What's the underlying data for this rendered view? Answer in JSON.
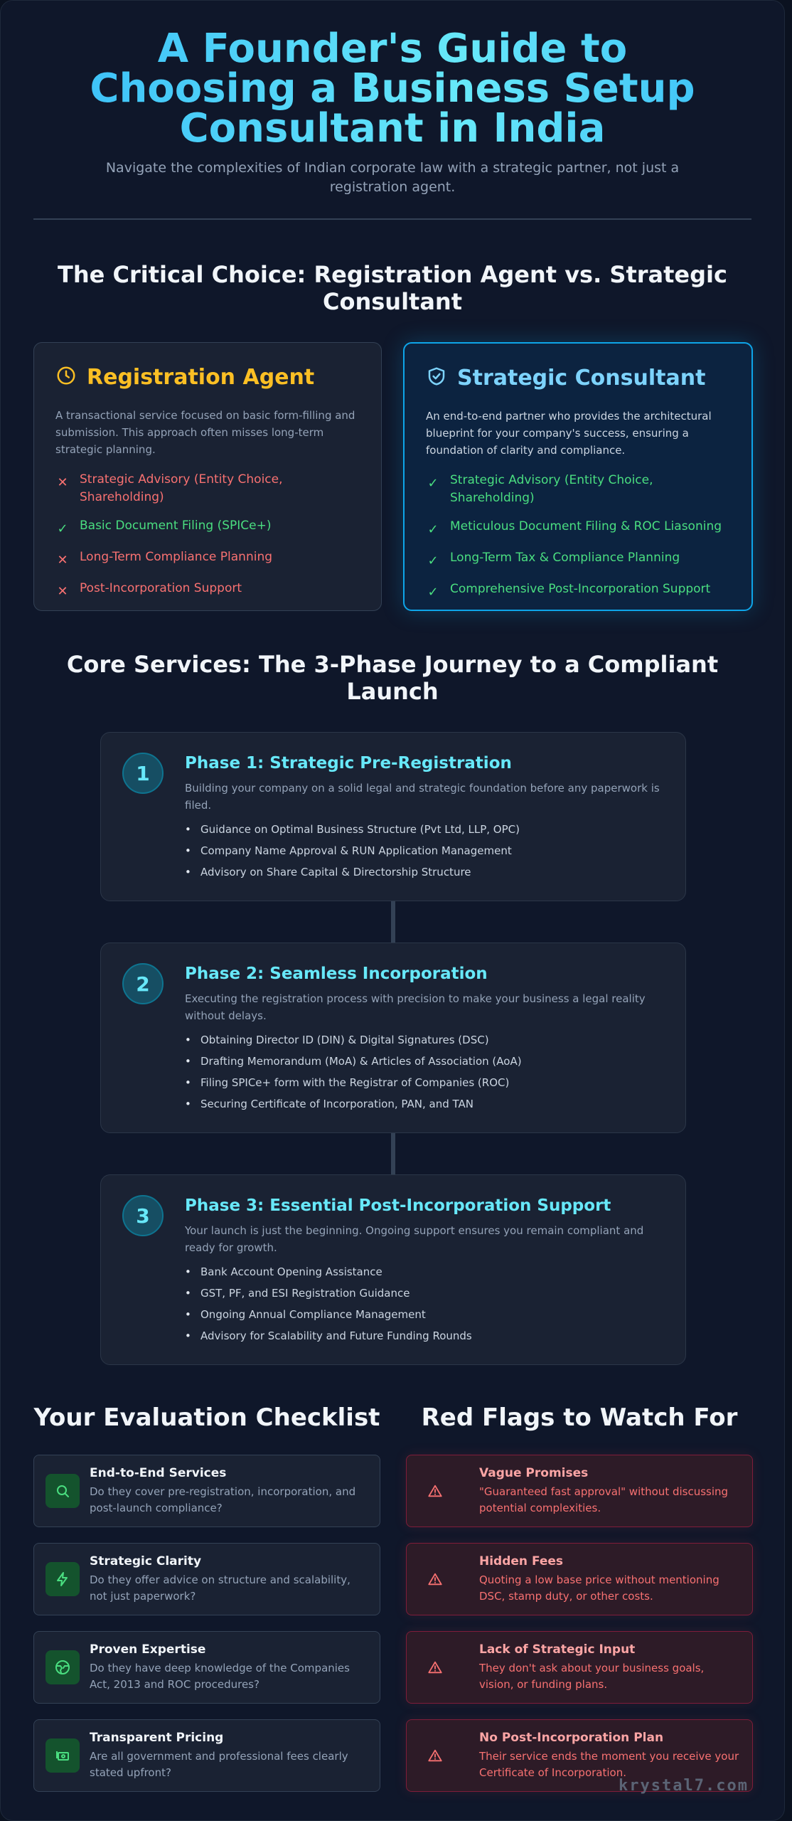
{
  "hero": {
    "title": "A Founder's Guide to Choosing a Business Setup Consultant in India",
    "subtitle": "Navigate the complexities of Indian corporate law with a strategic partner, not just a registration agent."
  },
  "comparison": {
    "title": "The Critical Choice: Registration Agent vs. Strategic Consultant",
    "agent": {
      "icon": "clock-icon",
      "title": "Registration Agent",
      "description": "A transactional service focused on basic form-filling and submission. This approach often misses long-term strategic planning.",
      "items": [
        {
          "text": "Strategic Advisory (Entity Choice, Shareholding)",
          "included": false
        },
        {
          "text": "Basic Document Filing (SPICe+)",
          "included": true
        },
        {
          "text": "Long-Term Compliance Planning",
          "included": false
        },
        {
          "text": "Post-Incorporation Support",
          "included": false
        }
      ]
    },
    "consultant": {
      "icon": "shield-check-icon",
      "title": "Strategic Consultant",
      "description": "An end-to-end partner who provides the architectural blueprint for your company's success, ensuring a foundation of clarity and compliance.",
      "items": [
        {
          "text": "Strategic Advisory (Entity Choice, Shareholding)",
          "included": true
        },
        {
          "text": "Meticulous Document Filing & ROC Liasoning",
          "included": true
        },
        {
          "text": "Long-Term Tax & Compliance Planning",
          "included": true
        },
        {
          "text": "Comprehensive Post-Incorporation Support",
          "included": true
        }
      ]
    }
  },
  "phases": {
    "title": "Core Services: The 3-Phase Journey to a Compliant Launch",
    "items": [
      {
        "number": "1",
        "title": "Phase 1: Strategic Pre-Registration",
        "description": "Building your company on a solid legal and strategic foundation before any paperwork is filed.",
        "points": [
          "Guidance on Optimal Business Structure (Pvt Ltd, LLP, OPC)",
          "Company Name Approval & RUN Application Management",
          "Advisory on Share Capital & Directorship Structure"
        ]
      },
      {
        "number": "2",
        "title": "Phase 2: Seamless Incorporation",
        "description": "Executing the registration process with precision to make your business a legal reality without delays.",
        "points": [
          "Obtaining Director ID (DIN) & Digital Signatures (DSC)",
          "Drafting Memorandum (MoA) & Articles of Association (AoA)",
          "Filing SPICe+ form with the Registrar of Companies (ROC)",
          "Securing Certificate of Incorporation, PAN, and TAN"
        ]
      },
      {
        "number": "3",
        "title": "Phase 3: Essential Post-Incorporation Support",
        "description": "Your launch is just the beginning. Ongoing support ensures you remain compliant and ready for growth.",
        "points": [
          "Bank Account Opening Assistance",
          "GST, PF, and ESI Registration Guidance",
          "Ongoing Annual Compliance Management",
          "Advisory for Scalability and Future Funding Rounds"
        ]
      }
    ]
  },
  "checklist": {
    "title": "Your Evaluation Checklist",
    "items": [
      {
        "icon": "search-icon",
        "title": "End-to-End Services",
        "description": "Do they cover pre-registration, incorporation, and post-launch compliance?"
      },
      {
        "icon": "lightning-icon",
        "title": "Strategic Clarity",
        "description": "Do they offer advice on structure and scalability, not just paperwork?"
      },
      {
        "icon": "globe-icon",
        "title": "Proven Expertise",
        "description": "Do they have deep knowledge of the Companies Act, 2013 and ROC procedures?"
      },
      {
        "icon": "money-icon",
        "title": "Transparent Pricing",
        "description": "Are all government and professional fees clearly stated upfront?"
      }
    ]
  },
  "red_flags": {
    "title": "Red Flags to Watch For",
    "items": [
      {
        "icon": "warning-icon",
        "title": "Vague Promises",
        "description": "\"Guaranteed fast approval\" without discussing potential complexities."
      },
      {
        "icon": "warning-icon",
        "title": "Hidden Fees",
        "description": "Quoting a low base price without mentioning DSC, stamp duty, or other costs."
      },
      {
        "icon": "warning-icon",
        "title": "Lack of Strategic Input",
        "description": "They don't ask about your business goals, vision, or funding plans."
      },
      {
        "icon": "warning-icon",
        "title": "No Post-Incorporation Plan",
        "description": "Their service ends the moment you receive your Certificate of Incorporation."
      }
    ]
  },
  "watermark": "krystal7.com",
  "colors": {
    "accent": "#38bdf8",
    "agent_title": "#fbbf24",
    "positive": "#4ade80",
    "negative": "#f87171"
  }
}
